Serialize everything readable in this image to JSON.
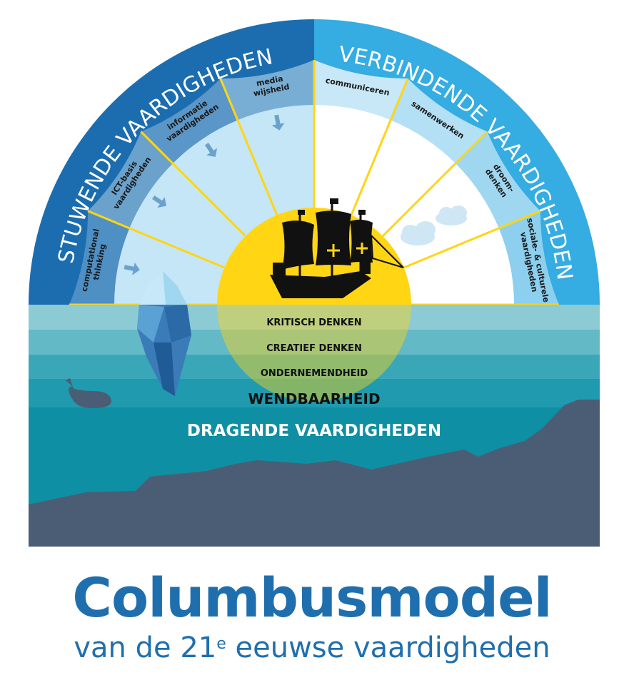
{
  "left_arc_title": "STUWENDE VAARDIGHEDEN",
  "right_arc_title": "VERBINDENDE VAARDIGHEDEN",
  "left_segments": [
    [
      "computational",
      "thinking"
    ],
    [
      "ICT-basis",
      "vaardigheden"
    ],
    [
      "informatie",
      "vaardigheden"
    ],
    [
      "media",
      "wijsheid"
    ]
  ],
  "right_segments": [
    [
      "communiceren"
    ],
    [
      "samenwerken"
    ],
    [
      "droom-",
      "denken"
    ],
    [
      "sociale- & culturele",
      "vaardigheden"
    ]
  ],
  "sea_layers": [
    "KRITISCH DENKEN",
    "CREATIEF DENKEN",
    "ONDERNEMENDHEID",
    "WENDBAARHEID",
    "DRAGENDE VAARDIGHEDEN"
  ],
  "title": "Columbusmodel",
  "subtitle_pre": "van de 21",
  "subtitle_sup": "e",
  "subtitle_post": " eeuwse vaardigheden",
  "colors": {
    "dark_blue": "#1b6db0",
    "light_blue": "#3aace0",
    "sun": "#ffd514",
    "ground": "#4b5d74",
    "sea_top": "#8ccbd3",
    "sea_deep": "#0f8fa3"
  }
}
